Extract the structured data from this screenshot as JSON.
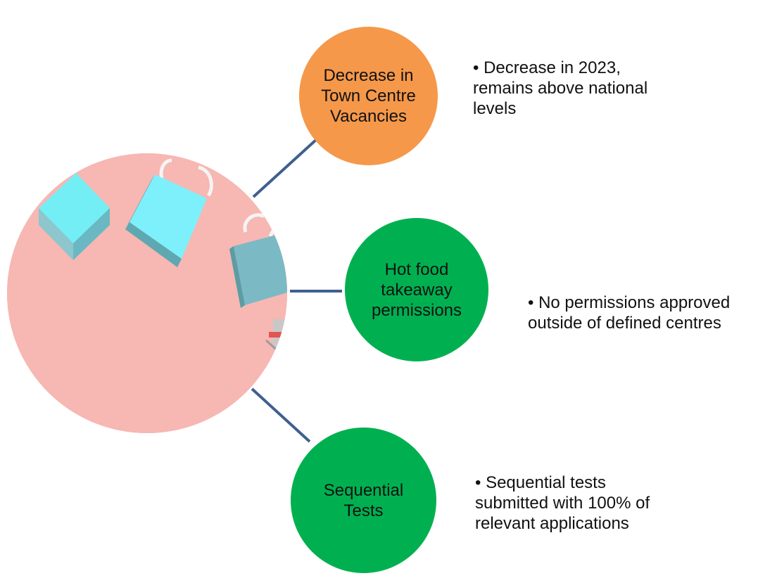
{
  "nodes": [
    {
      "label": "Decrease in Town Centre Vacancies",
      "color": "#f5984a"
    },
    {
      "label": "Hot food takeaway permissions",
      "color": "#00b050"
    },
    {
      "label": "Sequential Tests",
      "color": "#00b050"
    }
  ],
  "bullets": [
    {
      "text": "• Decrease in 2023,\n   remains above national\n   levels"
    },
    {
      "text": "• No permissions approved\n   outside of defined centres"
    },
    {
      "text": "• Sequential tests\n   submitted with 100% of\n   relevant applications"
    }
  ],
  "colors": {
    "connector": "#3f5f8f",
    "hero_background": "#f8b5b0",
    "bag_cyan": "#73eef5",
    "bag_teal": "#7ab8c2"
  },
  "hero_image": {
    "icon": "shopping-bags-image"
  }
}
